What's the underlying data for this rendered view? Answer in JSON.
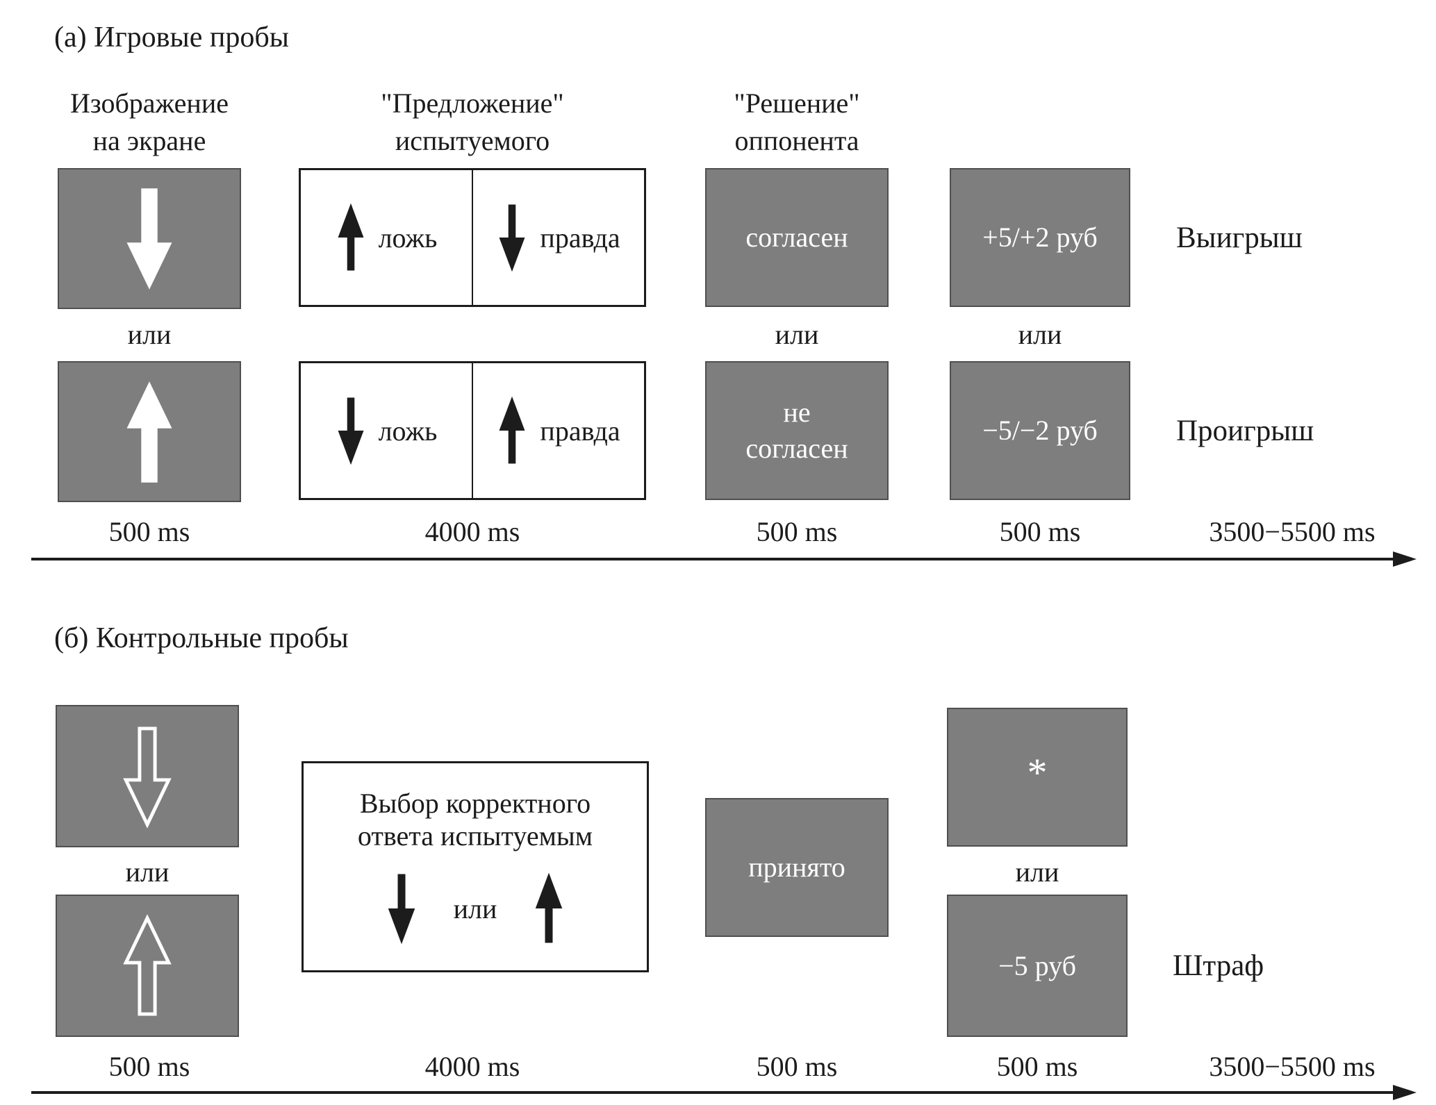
{
  "or_label": "или",
  "colors": {
    "box_gray": "#7e7e7e",
    "box_border": "#4f4f4f",
    "outline_black": "#1c1c1c",
    "text_white": "#ffffff",
    "text_black": "#1b1b1b"
  },
  "icons": {
    "down_arrow": "↓",
    "up_arrow": "↑",
    "timeline_arrow": "→"
  },
  "panel_a": {
    "title": "(а) Игровые пробы",
    "headers": {
      "screen": [
        "Изображение",
        "на экране"
      ],
      "offer": [
        "\"Предложение\"",
        "испытуемого"
      ],
      "decision": [
        "\"Решение\"",
        "оппонента"
      ]
    },
    "row1": {
      "offer_left": "ложь",
      "offer_right": "правда",
      "decision": "согласен",
      "payoff": "+5/+2 руб",
      "result": "Выигрыш"
    },
    "row2": {
      "offer_left": "ложь",
      "offer_right": "правда",
      "decision": [
        "не",
        "согласен"
      ],
      "payoff": "−5/−2 руб",
      "result": "Проигрыш"
    },
    "timings": [
      "500 ms",
      "4000 ms",
      "500 ms",
      "500 ms",
      "3500−5500 ms"
    ]
  },
  "panel_b": {
    "title": "(б) Контрольные пробы",
    "choice_box": [
      "Выбор корректного",
      "ответа испытуемым"
    ],
    "accepted": "принято",
    "star": "*",
    "penalty": "−5 руб",
    "penalty_label": "Штраф",
    "timings": [
      "500 ms",
      "4000 ms",
      "500 ms",
      "500 ms",
      "3500−5500 ms"
    ]
  }
}
